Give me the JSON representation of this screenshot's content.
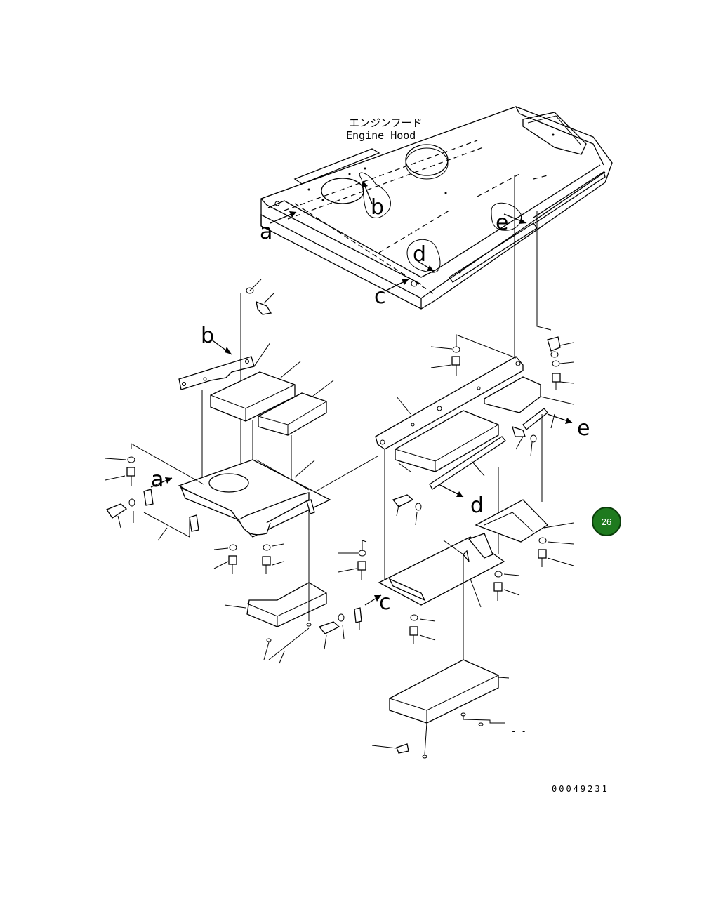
{
  "hood_label_jp": "エンジンフード",
  "hood_label_en": "Engine Hood",
  "callouts": {
    "a": "a",
    "b": "b",
    "c": "c",
    "d": "d",
    "e": "e"
  },
  "page_badge": "26",
  "doc_number": "00049231",
  "dash_mark": "- -"
}
